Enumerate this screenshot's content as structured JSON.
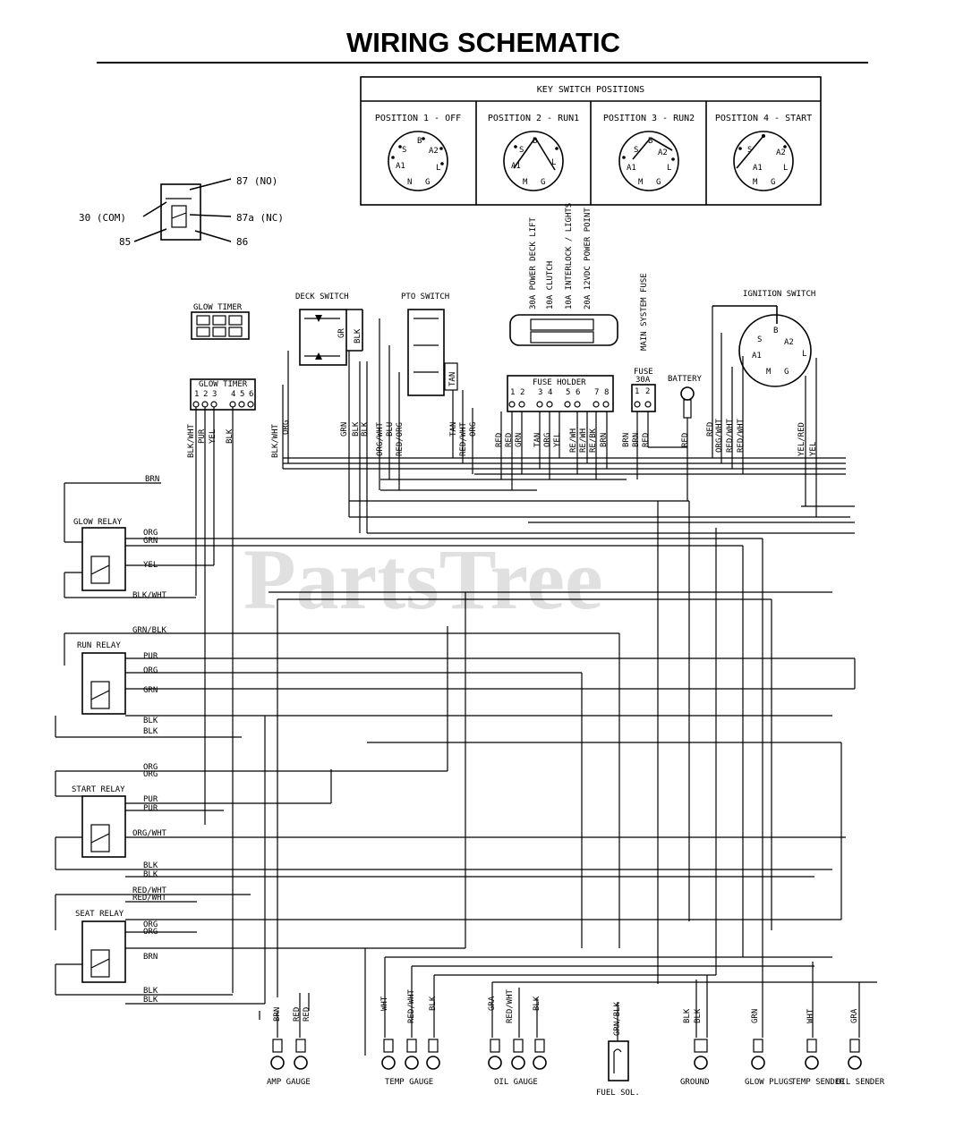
{
  "title": "WIRING SCHEMATIC",
  "watermark": "PartsTree",
  "key_switch": {
    "heading": "KEY SWITCH POSITIONS",
    "positions": [
      {
        "label": "POSITION 1 - OFF"
      },
      {
        "label": "POSITION 2 - RUN1"
      },
      {
        "label": "POSITION 3 - RUN2"
      },
      {
        "label": "POSITION 4 - START"
      }
    ],
    "terminals": [
      "S",
      "B",
      "A2",
      "A1",
      "L",
      "M",
      "G",
      "N"
    ]
  },
  "relay_legend": {
    "no": "87 (NO)",
    "com": "30 (COM)",
    "nc": "87a (NC)",
    "t85": "85",
    "t86": "86"
  },
  "components": {
    "glow_timer_connector": "GLOW TIMER",
    "glow_timer_pins": [
      "1",
      "2",
      "3",
      "4",
      "5",
      "6"
    ],
    "glow_timer_block": "GLOW TIMER",
    "deck_switch": "DECK SWITCH",
    "pto_switch": "PTO SWITCH",
    "ignition_switch": "IGNITION SWITCH",
    "fuse_holder": "FUSE HOLDER",
    "fuse_holder_pins": [
      "1",
      "2",
      "3",
      "4",
      "5",
      "6",
      "7",
      "8"
    ],
    "fuse_30a_label": "FUSE",
    "fuse_30a_rating": "30A",
    "fuse_30a_pins": [
      "1",
      "2"
    ],
    "battery": "BATTERY",
    "main_system_fuse": "MAIN SYSTEM FUSE",
    "fuse_box_labels": [
      "30A POWER DECK LIFT",
      "10A CLUTCH",
      "10A INTERLOCK / LIGHTS",
      "20A 12VDC POWER POINT"
    ],
    "glow_relay": "GLOW RELAY",
    "run_relay": "RUN RELAY",
    "start_relay": "START RELAY",
    "seat_relay": "SEAT RELAY"
  },
  "wire_labels": {
    "glow_timer": [
      "BLK/WHT",
      "PUR",
      "YEL",
      "BLK"
    ],
    "deck_switch": [
      "BLK/WHT",
      "ORG",
      "GRN",
      "BLK",
      "BLK"
    ],
    "deck_switch_side": [
      "GR",
      "BLK"
    ],
    "pto_switch": [
      "ORG/WHT",
      "BLU",
      "RED/ORG",
      "TAN",
      "RED/WHT",
      "ORG"
    ],
    "pto_switch_side": "TAN",
    "fuse_holder": [
      "RED",
      "RED",
      "GRN",
      "TAN",
      "ORG",
      "YEL",
      "RE/WH",
      "RE/WH",
      "RE/BK",
      "BRN"
    ],
    "fuse_30a": [
      "BRN",
      "BRN",
      "RED"
    ],
    "battery": "RED",
    "ignition_switch": [
      "RED",
      "ORG/WHT",
      "RED/WHT",
      "RED/WHT",
      "YEL/RED",
      "YEL"
    ],
    "glow_relay": [
      "BRN",
      "ORG",
      "GRN",
      "YEL",
      "BLK/WHT"
    ],
    "run_relay": [
      "GRN/BLK",
      "PUR",
      "ORG",
      "GRN",
      "BLK",
      "BLK"
    ],
    "start_relay": [
      "ORG",
      "ORG",
      "PUR",
      "PUR",
      "ORG/WHT",
      "BLK",
      "BLK"
    ],
    "seat_relay": [
      "RED/WHT",
      "RED/WHT",
      "ORG",
      "ORG",
      "BRN",
      "BLK",
      "BLK"
    ],
    "amp_gauge": [
      "BRN",
      "RED",
      "RED"
    ],
    "temp_gauge": [
      "WHT",
      "RED/WHT",
      "BLK"
    ],
    "oil_gauge": [
      "GRA",
      "RED/WHT",
      "BLK"
    ],
    "fuel_sol": "GRN/BLK",
    "ground": [
      "BLK",
      "BLK"
    ],
    "glow_plugs": "GRN",
    "temp_sender": "WHT",
    "oil_sender": "GRA"
  },
  "bottom_components": [
    "AMP GAUGE",
    "TEMP GAUGE",
    "OIL GAUGE",
    "FUEL SOL.",
    "GROUND",
    "GLOW PLUGS",
    "TEMP SENDER",
    "OIL SENDER"
  ]
}
